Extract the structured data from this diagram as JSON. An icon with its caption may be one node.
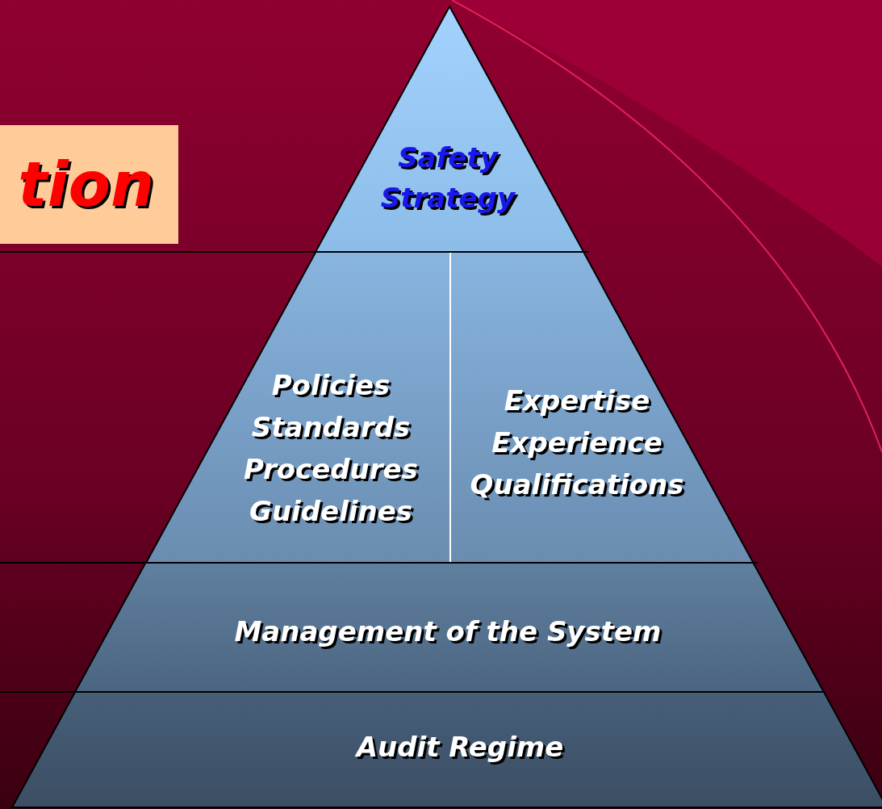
{
  "diagram": {
    "nodes": [
      {
        "text": [
          "tion"
        ]
      },
      {
        "text": [
          "Safety Strategy"
        ]
      },
      {
        "text": [
          "Policies",
          "Standards",
          "Procedures",
          "Guidelines"
        ]
      },
      {
        "text": [
          "Expertise",
          "Experience",
          "Qualifications"
        ]
      },
      {
        "text": [
          "Management of the System"
        ]
      },
      {
        "text": [
          "Audit Regime"
        ]
      }
    ]
  }
}
